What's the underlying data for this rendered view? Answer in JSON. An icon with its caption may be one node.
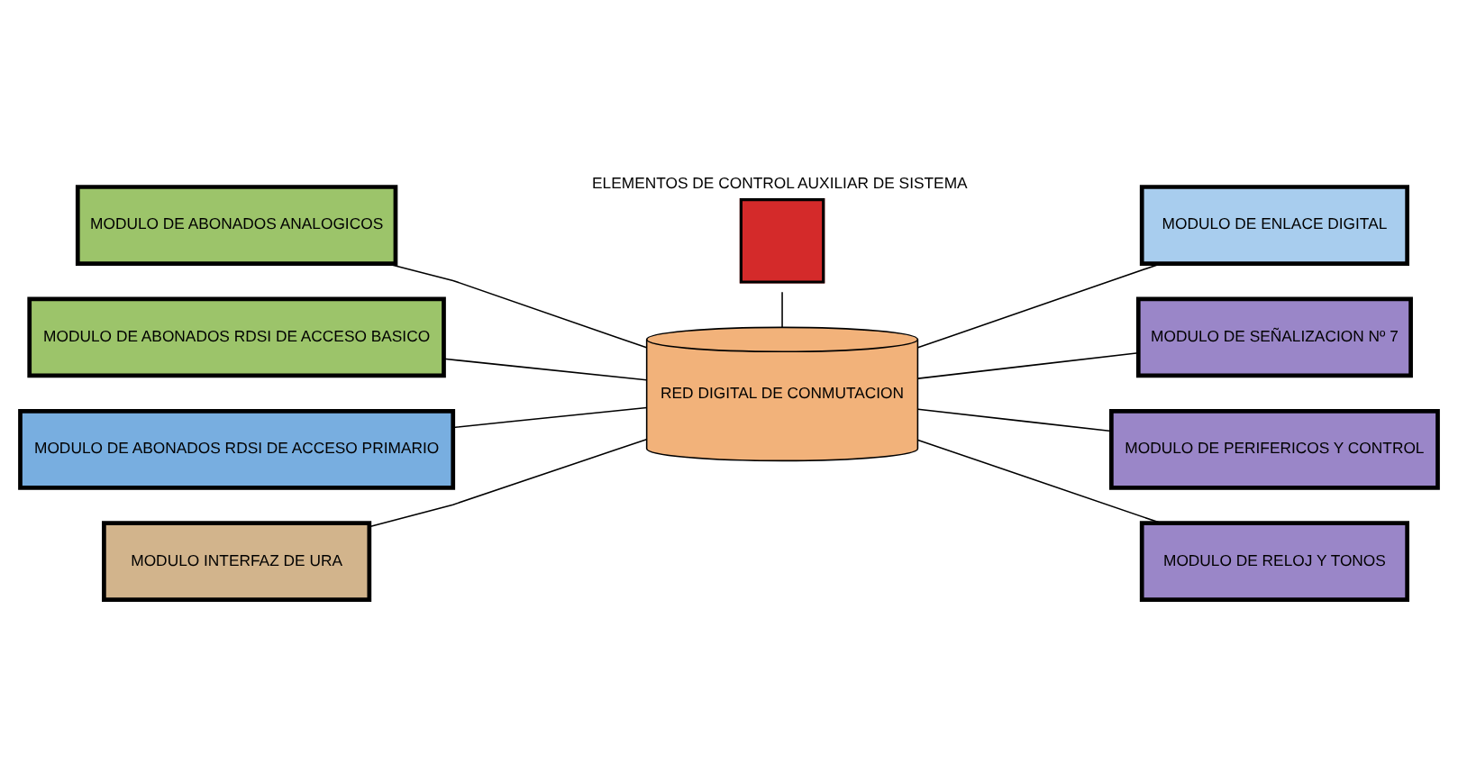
{
  "diagram": {
    "nodes": [
      {
        "text": [
          "ELEMENTOS DE CONTROL AUXILIAR DE SISTEMA"
        ]
      },
      {
        "text": [
          "MODULO DE ABONADOS ANALOGICOS"
        ]
      },
      {
        "text": [
          "MODULO DE ABONADOS RDSI DE ACCESO BASICO"
        ]
      },
      {
        "text": [
          "MODULO DE ABONADOS RDSI DE ACCESO PRIMARIO"
        ]
      },
      {
        "text": [
          "MODULO INTERFAZ DE URA"
        ]
      },
      {
        "text": [
          "RED DIGITAL DE CONMUTACION"
        ]
      },
      {
        "text": [
          "MODULO DE ENLACE DIGITAL"
        ]
      },
      {
        "text": [
          "MODULO DE SEÑALIZACION Nº 7"
        ]
      },
      {
        "text": [
          "MODULO DE PERIFERICOS Y CONTROL"
        ]
      },
      {
        "text": [
          "MODULO DE RELOJ Y TONOS"
        ]
      }
    ],
    "edges": [
      {
        "from": 1,
        "to": 5,
        "arrow": "none"
      },
      {
        "from": 2,
        "to": 5,
        "arrow": "none"
      },
      {
        "from": 3,
        "to": 5,
        "arrow": "none"
      },
      {
        "from": 4,
        "to": 5,
        "arrow": "none"
      },
      {
        "from": 0,
        "to": 5,
        "arrow": "none"
      },
      {
        "from": 5,
        "to": 6,
        "arrow": "none"
      },
      {
        "from": 5,
        "to": 7,
        "arrow": "none"
      },
      {
        "from": 5,
        "to": 8,
        "arrow": "none"
      },
      {
        "from": 5,
        "to": 9,
        "arrow": "none"
      }
    ]
  }
}
